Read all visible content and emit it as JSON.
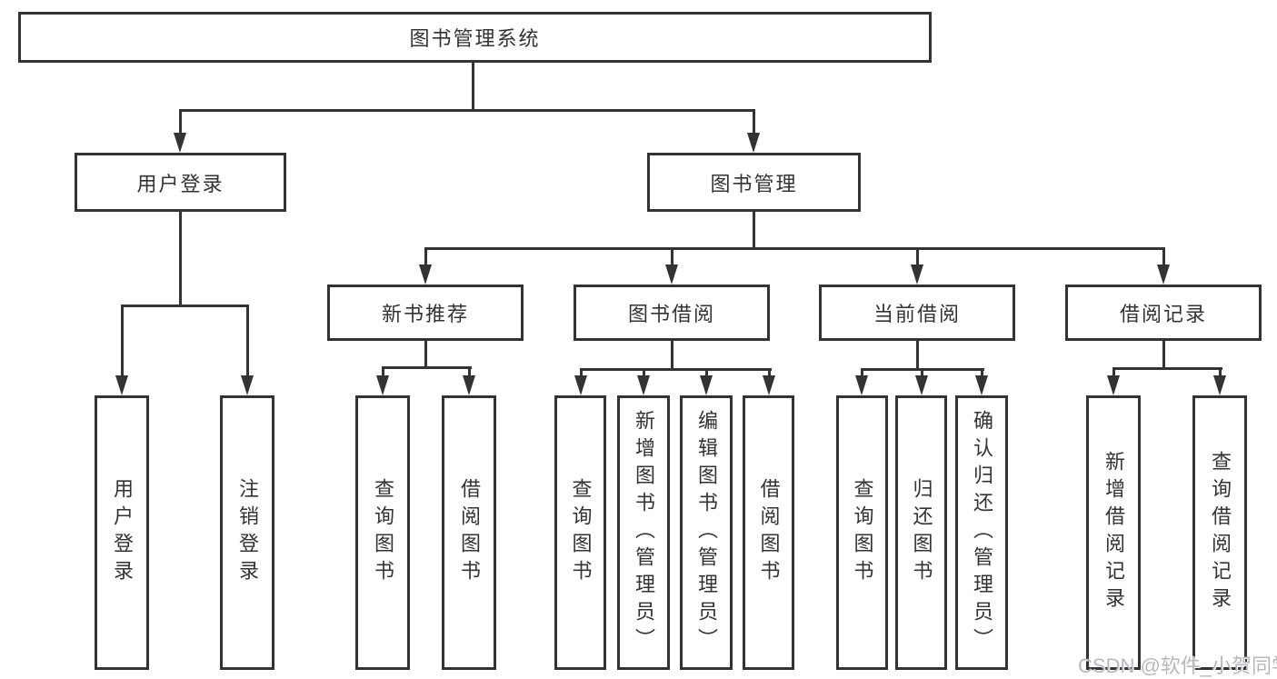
{
  "diagram": {
    "tree": {
      "label": "图书管理系统",
      "children": [
        {
          "label": "用户登录",
          "children": [
            {
              "label": "用户登录"
            },
            {
              "label": "注销登录"
            }
          ]
        },
        {
          "label": "图书管理",
          "children": [
            {
              "label": "新书推荐",
              "children": [
                {
                  "label": "查询图书"
                },
                {
                  "label": "借阅图书"
                }
              ]
            },
            {
              "label": "图书借阅",
              "children": [
                {
                  "label": "查询图书"
                },
                {
                  "label": "新增图书（管理员）"
                },
                {
                  "label": "编辑图书（管理员）"
                },
                {
                  "label": "借阅图书"
                }
              ]
            },
            {
              "label": "当前借阅",
              "children": [
                {
                  "label": "查询图书"
                },
                {
                  "label": "归还图书"
                },
                {
                  "label": "确认归还（管理员）"
                }
              ]
            },
            {
              "label": "借阅记录",
              "children": [
                {
                  "label": "新增借阅记录"
                },
                {
                  "label": "查询借阅记录"
                }
              ]
            }
          ]
        }
      ]
    },
    "colors": {
      "line": "#333333",
      "text": "#333333",
      "background": "#ffffff",
      "watermark": "#b5b9bf"
    }
  },
  "watermark": {
    "text": "CSDN @软件_小贺同学"
  }
}
